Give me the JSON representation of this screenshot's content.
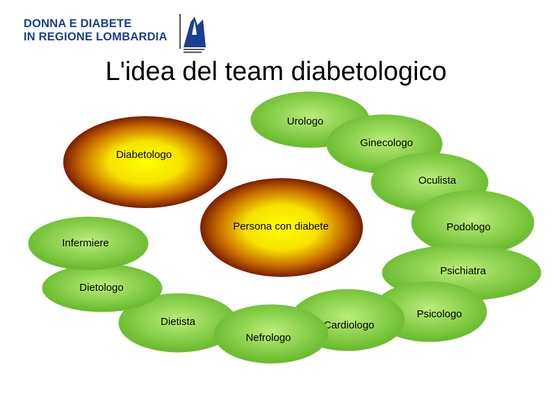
{
  "header": {
    "logo_line1": "DONNA E DIABETE",
    "logo_line2": "IN REGIONE LOMBARDIA",
    "emblem_icon": "regione-lombardia-emblem-icon"
  },
  "title": "L'idea del team diabetologico",
  "diagram": {
    "center": "Persona con diabete",
    "lead": "Diabetologo",
    "ring": {
      "urologo": "Urologo",
      "ginecologo": "Ginecologo",
      "oculista": "Oculista",
      "podologo": "Podologo",
      "psichiatra": "Psichiatra",
      "psicologo": "Psicologo",
      "cardiologo": "Cardiologo",
      "nefrologo": "Nefrologo",
      "dietista": "Dietista",
      "dietologo": "Dietologo",
      "infermiere": "Infermiere"
    },
    "colors": {
      "green_light": "#b9ee7a",
      "green_dark": "#5fb523",
      "gold_center": "#ffff00",
      "gold_edge": "#7a1e00"
    }
  }
}
